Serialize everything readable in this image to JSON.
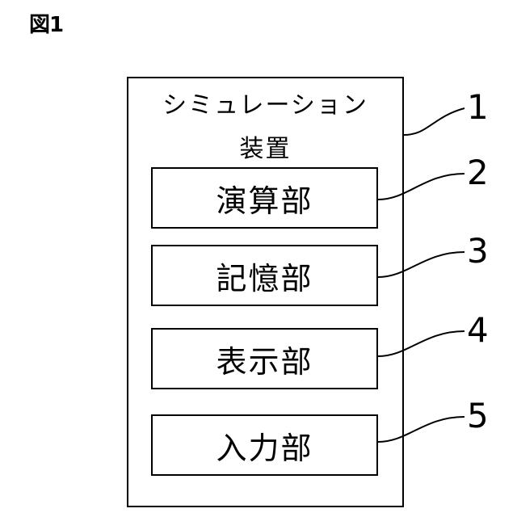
{
  "figure_label": "図1",
  "device": {
    "title_line1": "シミュレーション",
    "title_line2": "装置",
    "ref": "1"
  },
  "components": [
    {
      "label": "演算部",
      "ref": "2"
    },
    {
      "label": "記憶部",
      "ref": "3"
    },
    {
      "label": "表示部",
      "ref": "4"
    },
    {
      "label": "入力部",
      "ref": "5"
    }
  ]
}
